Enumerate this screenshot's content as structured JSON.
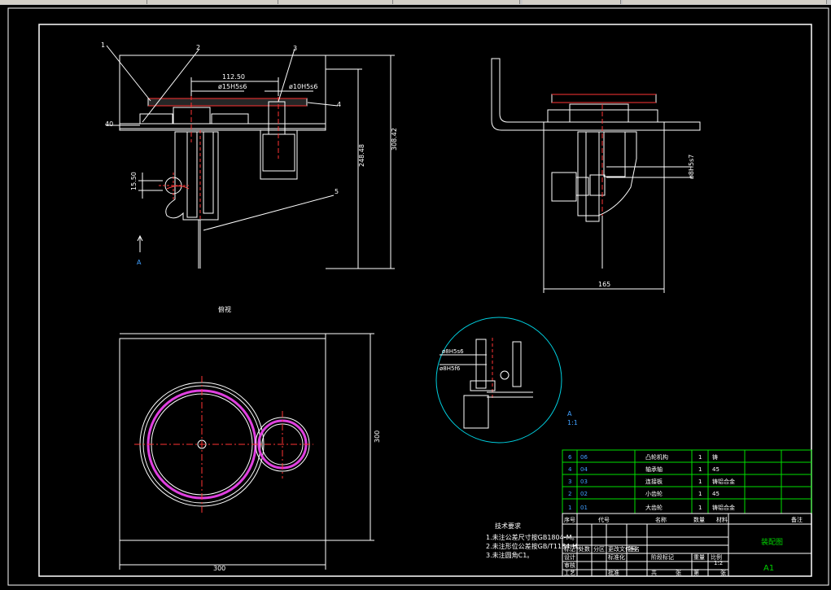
{
  "drawing": {
    "part_labels": [
      "1",
      "2",
      "3",
      "4",
      "5",
      "40"
    ],
    "dims": {
      "d_112_50": "112.50",
      "d_15h5s6": "ø15H5s6",
      "d_10h5s6": "ø10H5s6",
      "d_308_42": "308.42",
      "d_248_48": "248.48",
      "d_15_50": "15.50",
      "d_165": "165",
      "d_8h5s7": "ø8H5s7",
      "d_300_h": "300",
      "d_300_v": "300",
      "d_8h5s6": "ø8H5s6",
      "d_8h5f6": "ø8H5f6"
    },
    "view_a_marker": "A",
    "view_label": "俯视",
    "detail_label": "A",
    "detail_scale": "1:1",
    "notes": {
      "title": "技术要求",
      "lines": [
        "1.未注公差尺寸按GB1804-M。",
        "2.未注形位公差按GB/T1184-H。",
        "3.未注圆角C1。"
      ]
    }
  },
  "bom": {
    "rows": [
      {
        "no": "6",
        "code": "06",
        "name": "凸轮机构",
        "qty": "1",
        "mat": "铸"
      },
      {
        "no": "4",
        "code": "04",
        "name": "轴承轴",
        "qty": "1",
        "mat": "45"
      },
      {
        "no": "3",
        "code": "03",
        "name": "连接板",
        "qty": "1",
        "mat": "铸铝合金"
      },
      {
        "no": "2",
        "code": "02",
        "name": "小齿轮",
        "qty": "1",
        "mat": "45"
      },
      {
        "no": "1",
        "code": "01",
        "name": "大齿轮",
        "qty": "1",
        "mat": "铸铝合金"
      }
    ],
    "header": [
      "序号",
      "代号",
      "名称",
      "数量",
      "材料",
      "",
      "备注"
    ]
  },
  "title_block": {
    "drawing_name": "装配图",
    "sheet_size": "A1",
    "scale": "1:2",
    "cells": [
      "标记",
      "处数",
      "分区",
      "更改文件号",
      "签名",
      "年月日",
      "设计",
      "标准化",
      "阶段标记",
      "重量",
      "比例",
      "审核",
      "工艺",
      "批准",
      "共",
      "张",
      "第",
      "张"
    ]
  }
}
